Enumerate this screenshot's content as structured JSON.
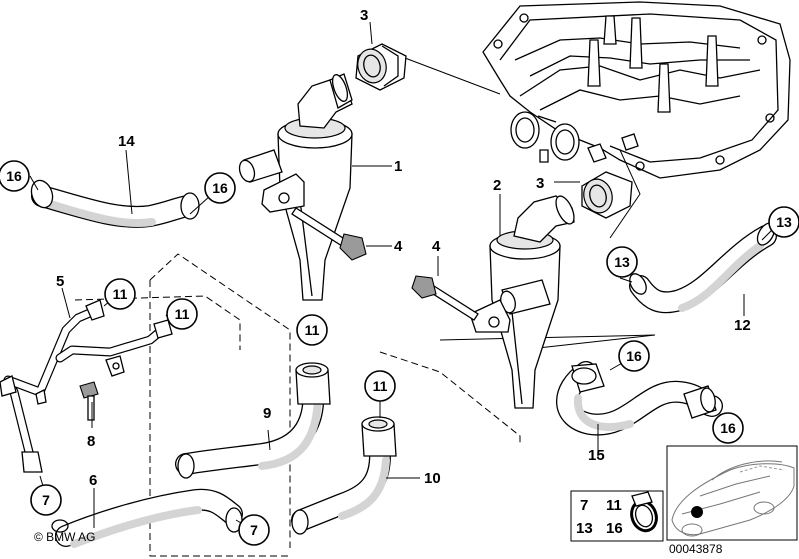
{
  "diagram": {
    "part_numbers": [
      "1",
      "2",
      "3",
      "3",
      "4",
      "4",
      "5",
      "6",
      "7",
      "7",
      "8",
      "9",
      "10",
      "11",
      "11",
      "11",
      "11",
      "12",
      "13",
      "13",
      "14",
      "15",
      "16",
      "16",
      "16",
      "16"
    ],
    "plain_labels": {
      "l1": "1",
      "l2": "2",
      "l3a": "3",
      "l3b": "3",
      "l4a": "4",
      "l4b": "4",
      "l5": "5",
      "l6": "6",
      "l8": "8",
      "l9": "9",
      "l10": "10",
      "l12": "12",
      "l14": "14",
      "l15": "15"
    },
    "circled_labels": {
      "c16a": "16",
      "c16b": "16",
      "c16c": "16",
      "c16d": "16",
      "c11a": "11",
      "c11b": "11",
      "c11c": "11",
      "c11d": "11",
      "c13a": "13",
      "c13b": "13",
      "c7a": "7",
      "c7b": "7"
    },
    "legend": {
      "row1": [
        "7",
        "11"
      ],
      "row2": [
        "13",
        "16"
      ]
    },
    "copyright": "© BMW AG",
    "image_number": "00043878"
  }
}
